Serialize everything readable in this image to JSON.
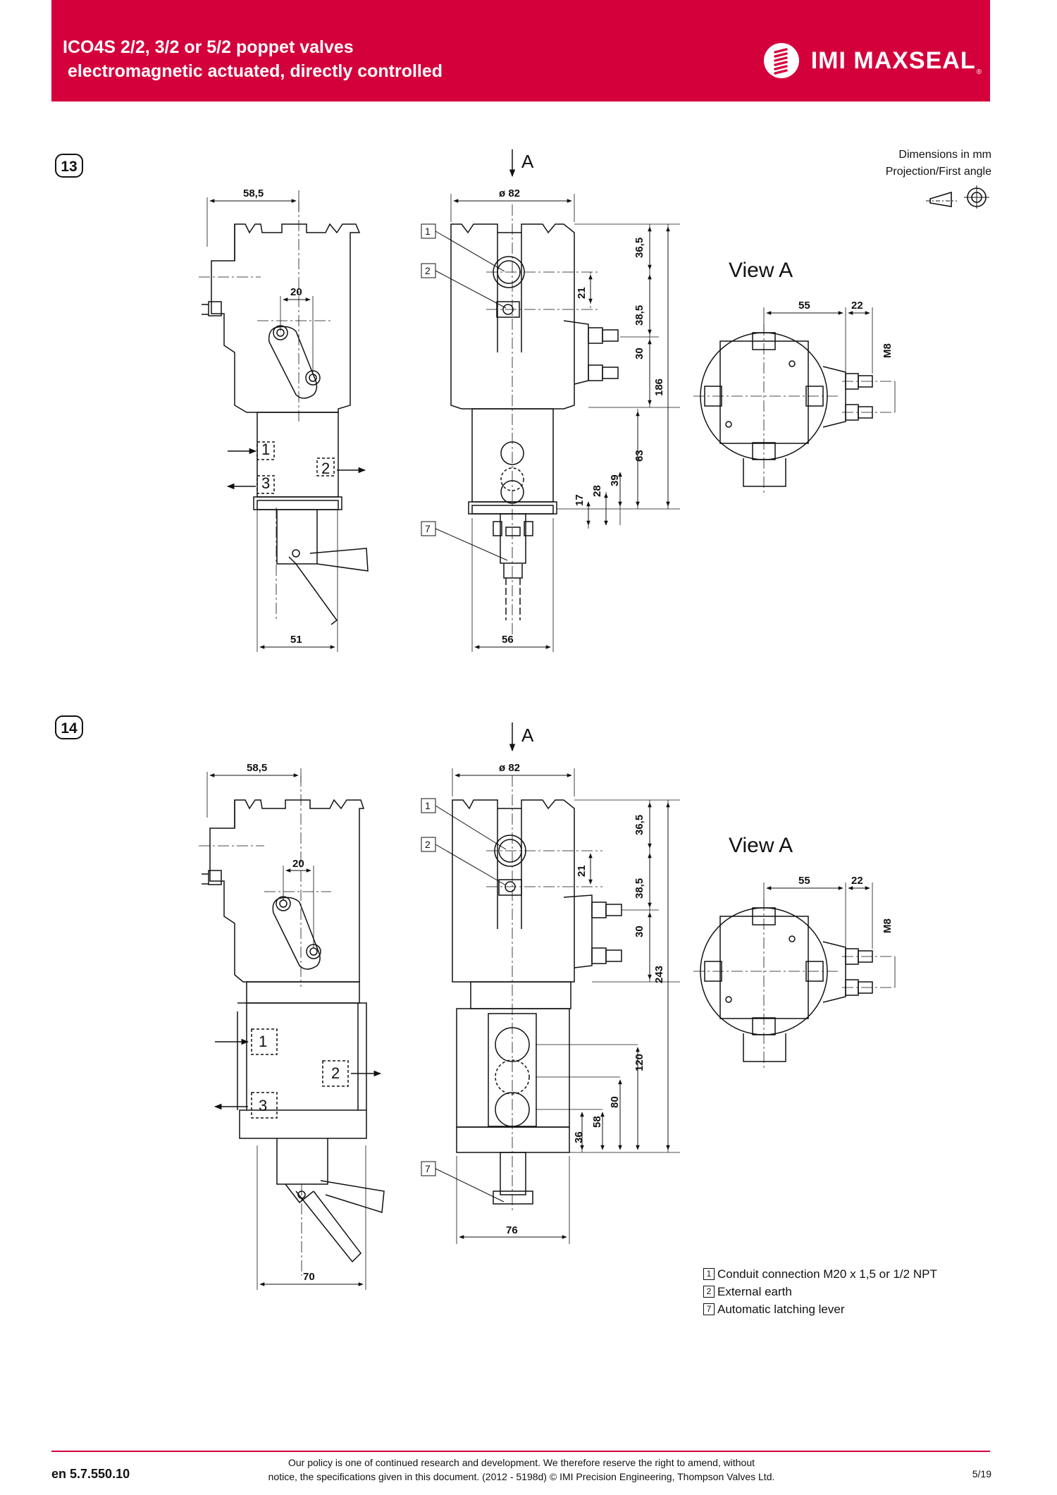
{
  "header": {
    "title": "ICO4S 2/2, 3/2 or 5/2 poppet valves\n electromagnetic actuated, directly controlled",
    "brand": "IMI MAXSEAL",
    "brand_reg": "®",
    "color": "#d4003c"
  },
  "meta": {
    "dimensions_note": "Dimensions in mm",
    "projection_note": "Projection/First angle"
  },
  "figures": [
    {
      "number": "13",
      "view_arrow_label": "A",
      "view_title": "View A",
      "side_dims": {
        "top_width": "58,5",
        "bolt_spacing": "20",
        "bottom_width": "51"
      },
      "front_dims": {
        "diameter": "ø 82",
        "bottom_width": "56",
        "d1": "36,5",
        "d2": "21",
        "d3": "38,5",
        "d4": "30",
        "total": "186",
        "d5": "63",
        "d6": "39",
        "d7": "28",
        "d8": "17"
      },
      "view_dims": {
        "w1": "55",
        "w2": "22",
        "thread": "M8"
      },
      "ports": [
        "1",
        "2",
        "3"
      ],
      "callouts": [
        "1",
        "2",
        "7"
      ]
    },
    {
      "number": "14",
      "view_arrow_label": "A",
      "view_title": "View A",
      "side_dims": {
        "top_width": "58,5",
        "bolt_spacing": "20",
        "bottom_width": "70"
      },
      "front_dims": {
        "diameter": "ø 82",
        "bottom_width": "76",
        "d1": "36,5",
        "d2": "21",
        "d3": "38,5",
        "d4": "30",
        "total": "243",
        "d5": "120",
        "d6": "80",
        "d7": "58",
        "d8": "36"
      },
      "view_dims": {
        "w1": "55",
        "w2": "22",
        "thread": "M8"
      },
      "ports": [
        "1",
        "2",
        "3"
      ],
      "callouts": [
        "1",
        "2",
        "7"
      ]
    }
  ],
  "legend": [
    {
      "key": "1",
      "text": "Conduit connection M20 x 1,5 or 1/2 NPT"
    },
    {
      "key": "2",
      "text": "External earth"
    },
    {
      "key": "7",
      "text": "Automatic latching lever"
    }
  ],
  "footer": {
    "code": "en 5.7.550.10",
    "policy": "Our policy is one of continued research and development. We therefore reserve the right to amend, without\nnotice, the specifications given in this document. (2012 - 5198d) © IMI Precision Engineering, Thompson Valves Ltd.",
    "page": "5/19"
  }
}
